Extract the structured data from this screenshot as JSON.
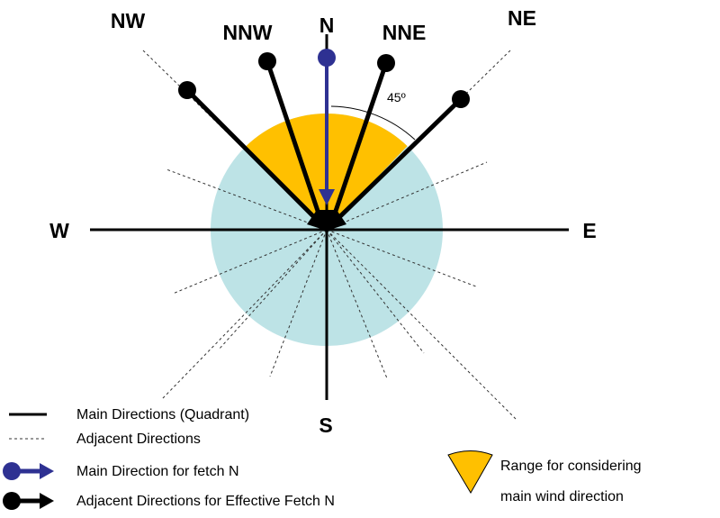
{
  "directions": {
    "n": "N",
    "nne": "NNE",
    "ne": "NE",
    "nnw": "NNW",
    "nw": "NW",
    "e": "E",
    "w": "W",
    "s": "S"
  },
  "angle_label": "45º",
  "legend": {
    "main_directions": "Main Directions (Quadrant)",
    "adjacent_directions": "Adjacent Directions",
    "main_direction_fetch": "Main Direction for fetch N",
    "adjacent_effective_fetch": "Adjacent Directions for Effective Fetch N",
    "range_line1": "Range for considering",
    "range_line2": "main wind direction"
  },
  "colors": {
    "circle_fill": "#bde3e6",
    "range_fill": "#ffc000",
    "main_arrow": "#2e3192",
    "adjacent_arrow": "#000000"
  }
}
